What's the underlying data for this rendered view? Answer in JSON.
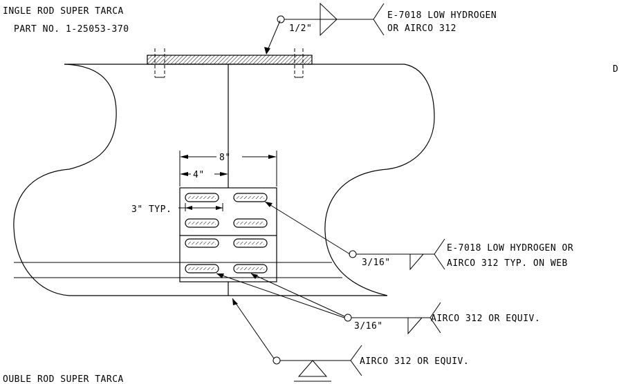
{
  "title_single": "INGLE ROD SUPER TARCA",
  "part_no": "PART NO. 1-25053-370",
  "title_double": "OUBLE ROD SUPER TARCA",
  "edge_letter": "D",
  "weld_top": {
    "size": "1/2\"",
    "note_line1": "E-7018 LOW HYDROGEN",
    "note_line2": "OR AIRCO 312"
  },
  "dims": {
    "width_8": "8\"",
    "width_4": "4\"",
    "slot_typ": "3\" TYP."
  },
  "weld_web": {
    "size": "3/16\"",
    "note_line1": "E-7018 LOW HYDROGEN OR",
    "note_line2": "AIRCO 312 TYP. ON WEB"
  },
  "weld_slots": {
    "size": "3/16\"",
    "note": "AIRCO 312 OR EQUIV."
  },
  "weld_bottom": {
    "note": "AIRCO 312 OR EQUIV."
  }
}
